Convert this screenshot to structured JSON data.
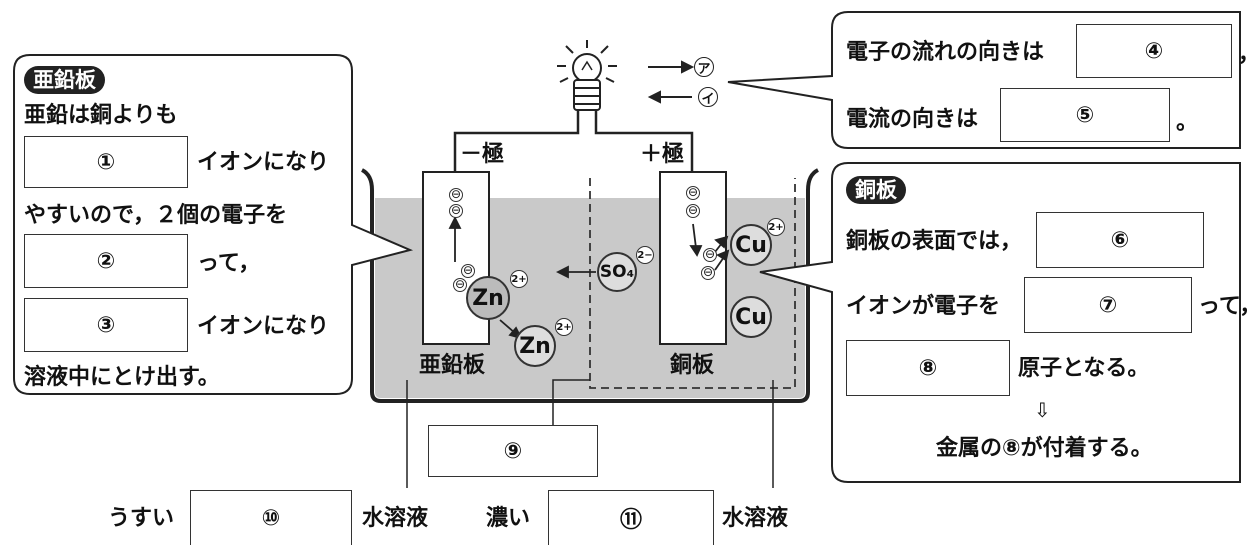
{
  "circuit": {
    "arrow_a": "ア",
    "arrow_i": "イ",
    "pole_minus": "－極",
    "pole_plus": "＋極"
  },
  "zinc_box": {
    "tag": "亜鉛板",
    "line1": "亜鉛は銅よりも",
    "blank1": "①",
    "after1": "イオンになり",
    "line2": "やすいので，２個の電子を",
    "blank2": "②",
    "after2": "って，",
    "blank3": "③",
    "after3": "イオンになり",
    "line3": "溶液中にとけ出す。"
  },
  "electron_box": {
    "text1": "電子の流れの向きは",
    "blank4": "④",
    "comma": "，",
    "text2": "電流の向きは",
    "blank5": "⑤",
    "period": "。"
  },
  "copper_box": {
    "tag": "銅板",
    "line1": "銅板の表面では，",
    "blank6": "⑥",
    "line2": "イオンが電子を",
    "blank7": "⑦",
    "after7": "って，",
    "blank8": "⑧",
    "after8": "原子となる。",
    "arrow": "⇩",
    "line3": "金属の⑧が付着する。"
  },
  "beaker": {
    "zinc_label": "亜鉛板",
    "copper_label": "銅板",
    "electron_symbol": "⊖",
    "ions": {
      "zn1": "Zn",
      "zn2": "Zn",
      "so4": "SO₄",
      "cu1": "Cu",
      "cu2": "Cu",
      "zn_charge": "2+",
      "cu_charge": "2+",
      "so4_charge": "2−"
    },
    "blank9": "⑨"
  },
  "bottom": {
    "thin": "うすい",
    "blank10": "⑩",
    "solution1": "水溶液",
    "thick": "濃い",
    "blank11": "⑪",
    "solution2": "水溶液"
  }
}
